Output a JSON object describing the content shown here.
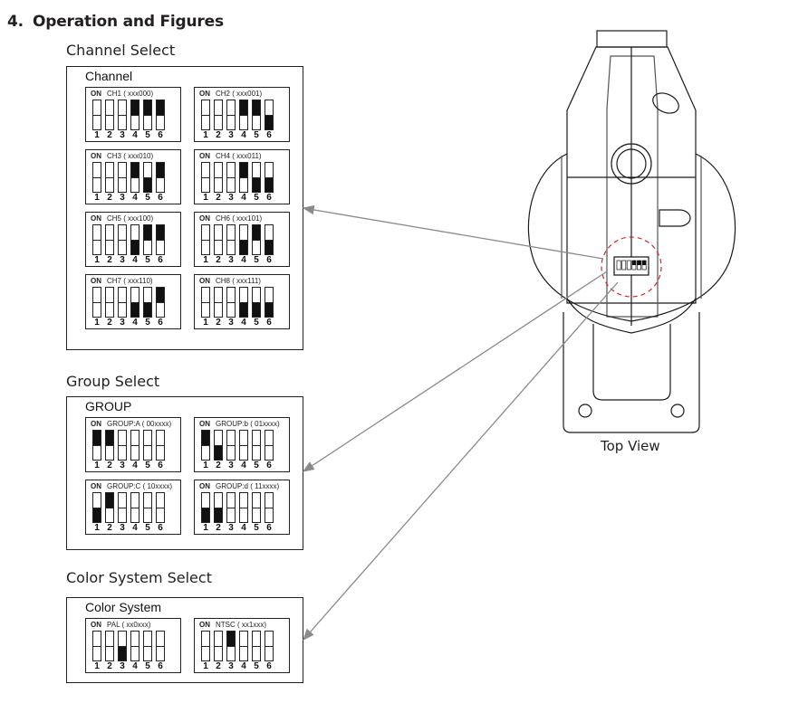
{
  "heading": {
    "number": "4.",
    "title": "Operation and Figures"
  },
  "sections": {
    "channel": {
      "title": "Channel Select",
      "panel_label": "Channel",
      "items": [
        {
          "on": "ON",
          "label": "CH1",
          "code": "( xxx000)",
          "switches": [
            "none",
            "none",
            "none",
            "on",
            "on",
            "on"
          ]
        },
        {
          "on": "ON",
          "label": "CH2",
          "code": "( xxx001)",
          "switches": [
            "none",
            "none",
            "none",
            "on",
            "on",
            "off"
          ]
        },
        {
          "on": "ON",
          "label": "CH3",
          "code": "( xxx010)",
          "switches": [
            "none",
            "none",
            "none",
            "on",
            "off",
            "on"
          ]
        },
        {
          "on": "ON",
          "label": "CH4",
          "code": "( xxx011)",
          "switches": [
            "none",
            "none",
            "none",
            "on",
            "off",
            "off"
          ]
        },
        {
          "on": "ON",
          "label": "CH5",
          "code": "( xxx100)",
          "switches": [
            "none",
            "none",
            "none",
            "off",
            "on",
            "on"
          ]
        },
        {
          "on": "ON",
          "label": "CH6",
          "code": "( xxx101)",
          "switches": [
            "none",
            "none",
            "none",
            "off",
            "on",
            "off"
          ]
        },
        {
          "on": "ON",
          "label": "CH7",
          "code": "( xxx110)",
          "switches": [
            "none",
            "none",
            "none",
            "off",
            "off",
            "on"
          ]
        },
        {
          "on": "ON",
          "label": "CH8",
          "code": "( xxx111)",
          "switches": [
            "none",
            "none",
            "none",
            "off",
            "off",
            "off"
          ]
        }
      ]
    },
    "group": {
      "title": "Group Select",
      "panel_label": "GROUP",
      "items": [
        {
          "on": "ON",
          "label": "GROUP:A",
          "code": "( 00xxxx)",
          "switches": [
            "on",
            "on",
            "none",
            "none",
            "none",
            "none"
          ]
        },
        {
          "on": "ON",
          "label": "GROUP:b",
          "code": "( 01xxxx)",
          "switches": [
            "on",
            "off",
            "none",
            "none",
            "none",
            "none"
          ]
        },
        {
          "on": "ON",
          "label": "GROUP:C",
          "code": "( 10xxxx)",
          "switches": [
            "off",
            "on",
            "none",
            "none",
            "none",
            "none"
          ]
        },
        {
          "on": "ON",
          "label": "GROUP:d",
          "code": "( 11xxxx)",
          "switches": [
            "off",
            "off",
            "none",
            "none",
            "none",
            "none"
          ]
        }
      ]
    },
    "color": {
      "title": "Color System Select",
      "panel_label": "Color System",
      "items": [
        {
          "on": "ON",
          "label": "PAL",
          "code": "( xx0xxx)",
          "switches": [
            "none",
            "none",
            "off",
            "none",
            "none",
            "none"
          ]
        },
        {
          "on": "ON",
          "label": "NTSC",
          "code": "( xx1xxx)",
          "switches": [
            "none",
            "none",
            "on",
            "none",
            "none",
            "none"
          ]
        }
      ]
    }
  },
  "switch_numbers": [
    "1",
    "2",
    "3",
    "4",
    "5",
    "6"
  ],
  "figure": {
    "caption": "Top View",
    "highlight_color": "#d9232e",
    "arrow_color": "#8a8a8a",
    "dip_preview": [
      "none",
      "none",
      "none",
      "on",
      "on",
      "on"
    ]
  }
}
